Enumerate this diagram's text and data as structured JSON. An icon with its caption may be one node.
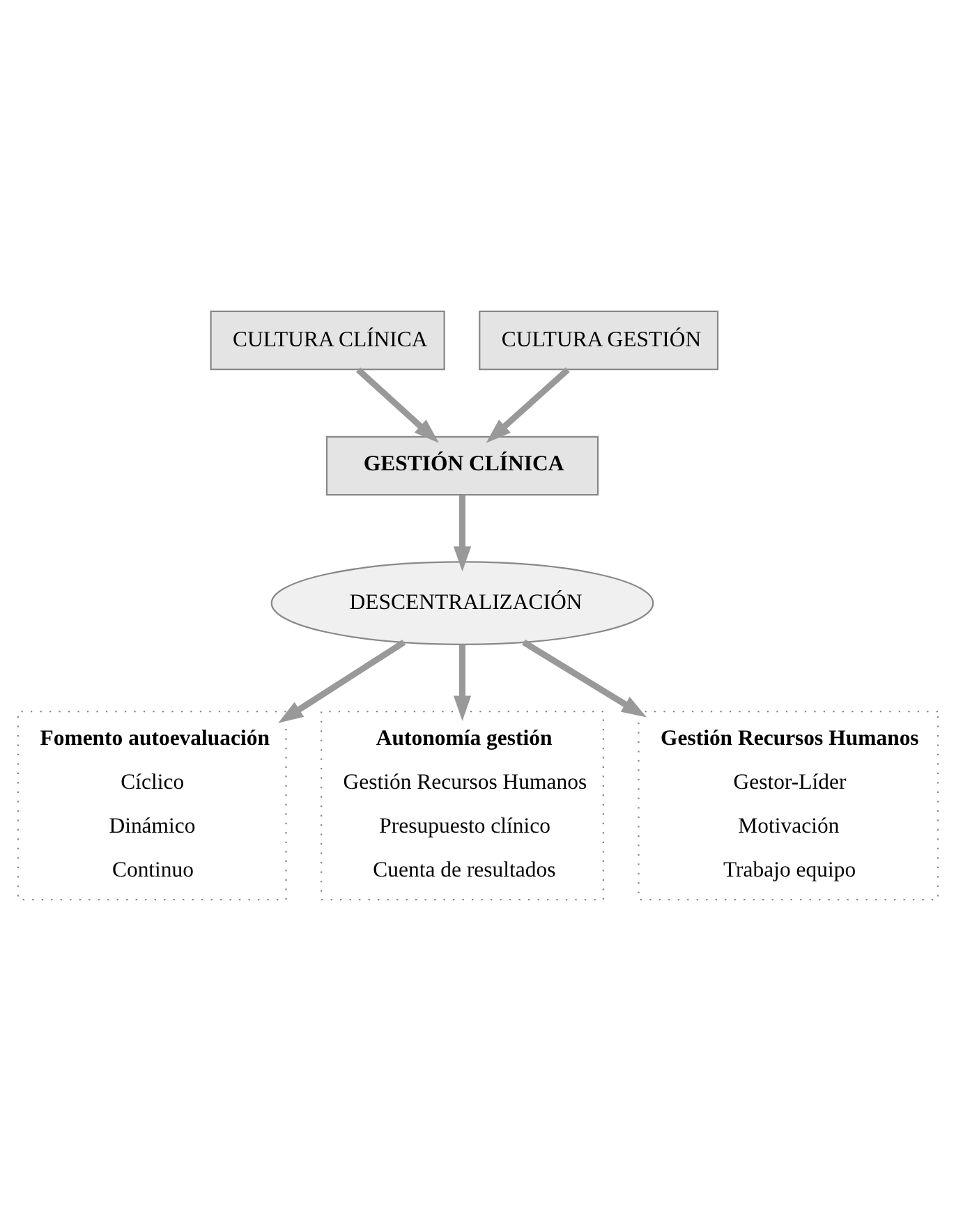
{
  "diagram": {
    "nodes": [
      {
        "text": [
          "CULTURA CLÍNICA"
        ]
      },
      {
        "text": [
          "CULTURA GESTIÓN"
        ]
      },
      {
        "text": [
          "GESTIÓN CLÍNICA"
        ]
      },
      {
        "text": [
          "DESCENTRALIZACIÓN"
        ]
      },
      {
        "text": [
          "Fomento autoevaluación",
          "Cíclico",
          "Dinámico",
          "Continuo"
        ]
      },
      {
        "text": [
          "Autonomía gestión",
          "Gestión Recursos Humanos",
          "Presupuesto clínico",
          "Cuenta de resultados"
        ]
      },
      {
        "text": [
          "Gestión Recursos Humanos",
          "Gestor-Líder",
          "Motivación",
          "Trabajo equipo"
        ]
      }
    ],
    "edges": [
      {
        "from": 0,
        "to": 2,
        "arrow": "to"
      },
      {
        "from": 1,
        "to": 2,
        "arrow": "to"
      },
      {
        "from": 2,
        "to": 3,
        "arrow": "to"
      },
      {
        "from": 3,
        "to": 4,
        "arrow": "to"
      },
      {
        "from": 3,
        "to": 5,
        "arrow": "to"
      },
      {
        "from": 3,
        "to": 6,
        "arrow": "to"
      }
    ]
  }
}
